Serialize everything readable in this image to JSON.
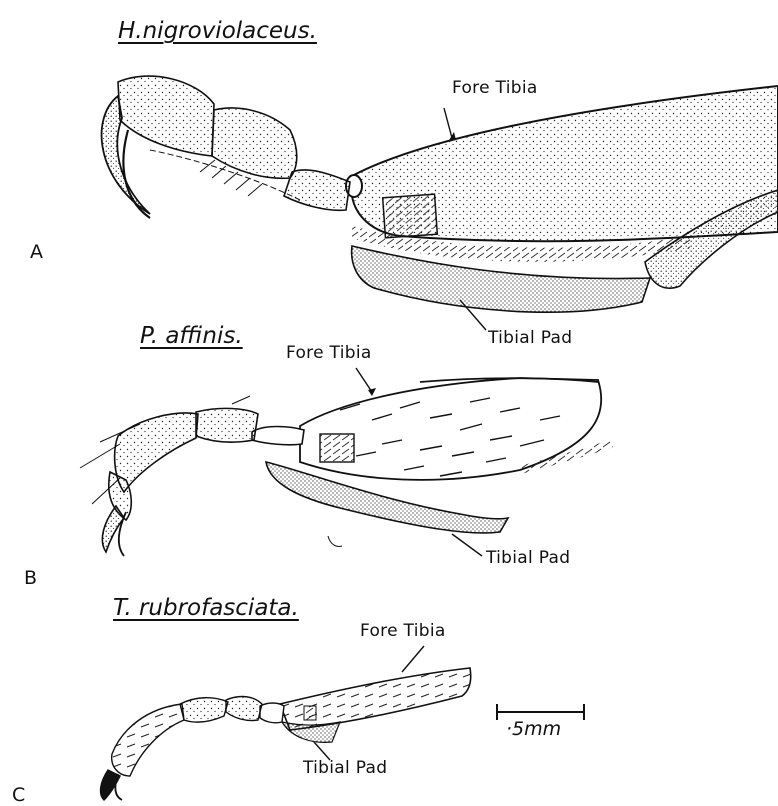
{
  "panels": [
    {
      "letter": "A",
      "species": "H.nigroviolaceus.",
      "labels": {
        "tibia": "Fore Tibia",
        "pad": "Tibial Pad"
      }
    },
    {
      "letter": "B",
      "species": "P. affinis.",
      "labels": {
        "tibia": "Fore Tibia",
        "pad": "Tibial Pad"
      }
    },
    {
      "letter": "C",
      "species": "T. rubrofasciata.",
      "labels": {
        "tibia": "Fore Tibia",
        "pad": "Tibial Pad"
      }
    }
  ],
  "scale_bar": {
    "label": "·5mm"
  },
  "colors": {
    "ink": "#111111",
    "stipple": "#1a1a1a",
    "background": "#ffffff"
  }
}
